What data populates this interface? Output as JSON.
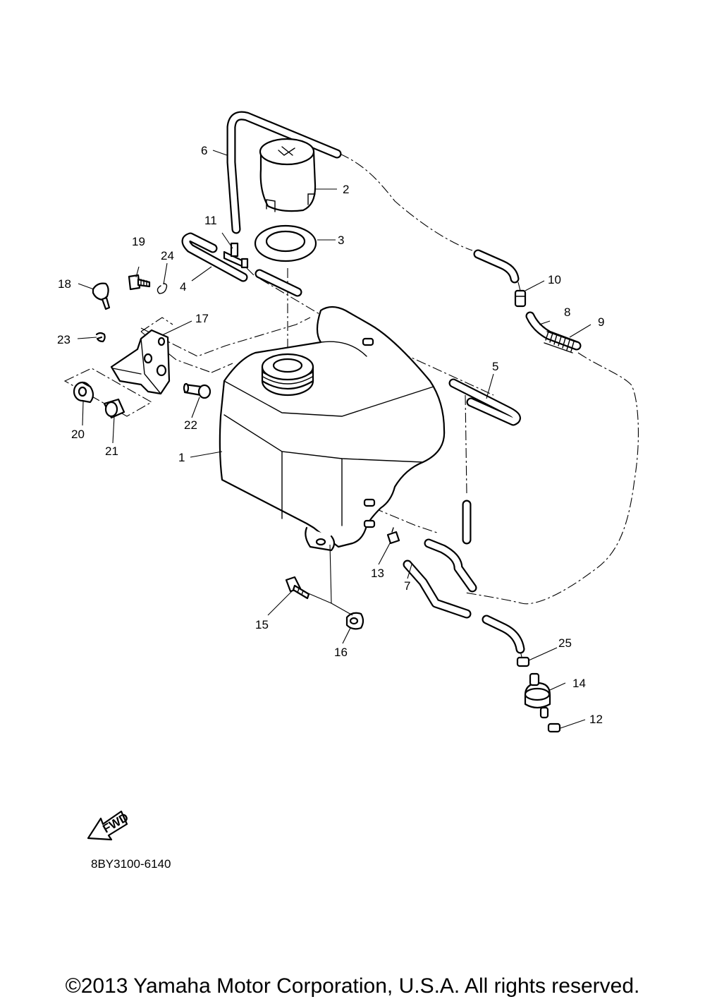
{
  "callouts": [
    "1",
    "2",
    "3",
    "4",
    "5",
    "6",
    "7",
    "8",
    "9",
    "10",
    "11",
    "12",
    "13",
    "14",
    "15",
    "16",
    "17",
    "18",
    "19",
    "20",
    "21",
    "22",
    "23",
    "24",
    "25"
  ],
  "fwd_label": "FWD",
  "part_code": "8BY3100-6140",
  "copyright": "©2013 Yamaha Motor Corporation, U.S.A. All rights reserved."
}
